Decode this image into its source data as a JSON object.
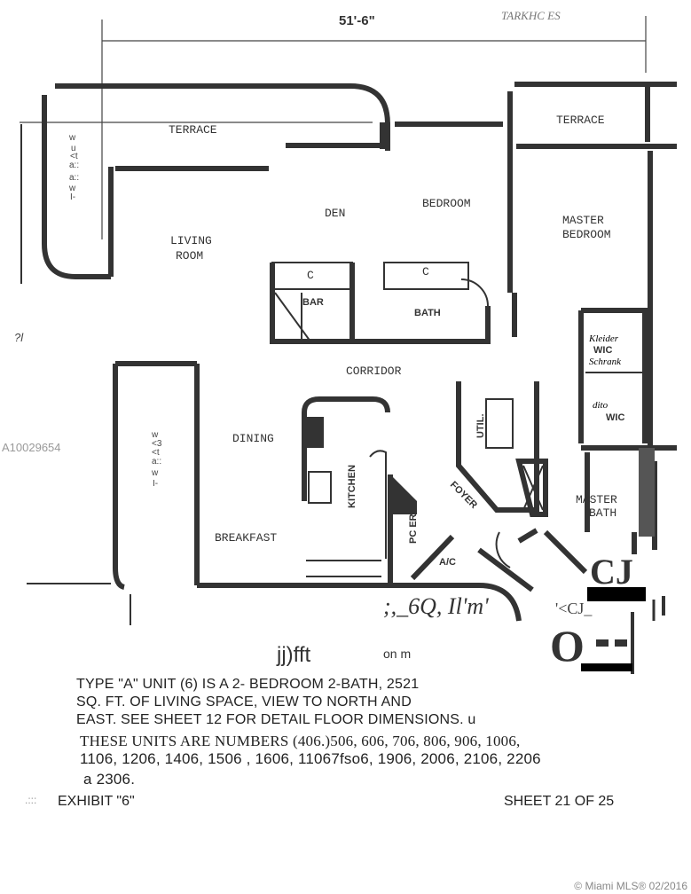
{
  "plan": {
    "dimension": "51'-6\"",
    "handwritten_top": "TARKHC ES",
    "rooms": {
      "terrace_left": "TERRACE",
      "terrace_right": "TERRACE",
      "den": "DEN",
      "bedroom": "BEDROOM",
      "master_bedroom_1": "MASTER",
      "master_bedroom_2": "BEDROOM",
      "living_1": "LIVING",
      "living_2": "ROOM",
      "closet_1": "C",
      "closet_2": "C",
      "bar": "BAR",
      "bath": "BATH",
      "corridor": "CORRIDOR",
      "wic_1": "WIC",
      "wic_2": "WIC",
      "wic_note_1": "Kleider",
      "wic_note_2": "Schrank",
      "wic_note_3": "dito",
      "util": "UTIL.",
      "dining": "DINING",
      "kitchen": "KITCHEN",
      "foyer": "FOYER",
      "master_bath_1": "MASTER",
      "master_bath_2": "BATH",
      "breakfast": "BREAKFAST",
      "powder": "PC ER",
      "ac": "A/C"
    },
    "vertical_left_1": [
      "w",
      "u",
      "<t",
      "a::",
      "a::",
      "w",
      "I-"
    ],
    "vertical_left_2": [
      "w",
      "<3",
      "<t",
      "a::",
      "w",
      "I-"
    ],
    "margin_mark": "?l",
    "scan_noise_1": ";,_6Q, Il'm'",
    "scan_noise_2": "'<CJ_",
    "logo_1": "CJ",
    "logo_2": "O",
    "scan_noise_3": "jj)fft",
    "scan_noise_4": "on m"
  },
  "listing_id": "A10029654",
  "description": [
    "TYPE \"A\" UNIT (6) IS A  2- BEDROOM   2-BATH, 2521",
    "SQ. FT. OF  LIVING  SPACE,  VIEW  TO NORTH   AND",
    "EAST.  SEE  SHEET  12  FOR  DETAIL  FLOOR  DIMENSIONS.    u"
  ],
  "units": [
    "THESE  UNITS  ARE  NUMBERS  (406.)506, 606, 706, 806, 906, 1006,",
    "1106, 1206, 1406, 1506 , 1606, 11067fso6,  1906, 2006, 2106, 2206",
    "a 2306."
  ],
  "footer": {
    "mark": ".:::",
    "exhibit": "EXHIBIT   \"6\"",
    "sheet": "SHEET   21   OF   25"
  },
  "copyright": "© Miami MLS® 02/2016"
}
